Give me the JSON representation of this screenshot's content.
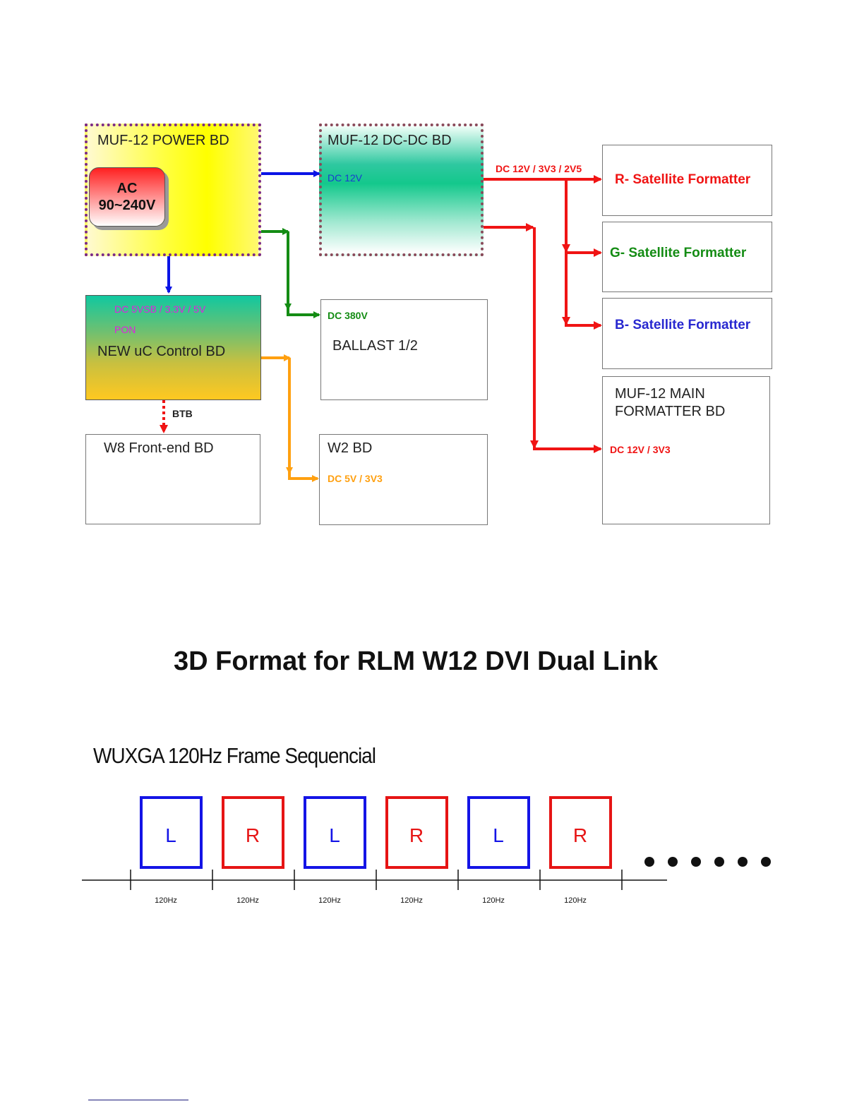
{
  "diagram": {
    "power_bd": {
      "title": "MUF-12 POWER BD",
      "ac_line1": "AC",
      "ac_line2": "90~240V"
    },
    "dcdc_bd": {
      "title": "MUF-12 DC-DC BD",
      "input": "DC 12V"
    },
    "uc_bd": {
      "line1": "DC 5VSB / 3.3V / 5V",
      "line2": "PON",
      "title": "NEW uC Control BD"
    },
    "ballast": {
      "input": "DC 380V",
      "title": "BALLAST 1/2"
    },
    "w8": {
      "title": "W8 Front-end BD",
      "link": "BTB"
    },
    "w2": {
      "title": "W2 BD",
      "input": "DC 5V / 3V3"
    },
    "dcdc_output": "DC 12V / 3V3 / 2V5",
    "r_sat": "R- Satellite Formatter",
    "g_sat": "G- Satellite Formatter",
    "b_sat": "B- Satellite Formatter",
    "main_fmt": {
      "line1": "MUF-12 MAIN",
      "line2": "FORMATTER BD",
      "input": "DC 12V / 3V3"
    },
    "colors": {
      "blue": "#0a14e6",
      "green": "#148c14",
      "red": "#f01414",
      "orange": "#ffa010",
      "magenta": "#e020e0",
      "purple": "#7a2a8a"
    }
  },
  "section_title": "3D Format for RLM W12 DVI Dual Link",
  "sequence": {
    "title": "WUXGA 120Hz Frame Sequencial",
    "frames": [
      {
        "label": "L",
        "color": "#1414e6"
      },
      {
        "label": "R",
        "color": "#e61414"
      },
      {
        "label": "L",
        "color": "#1414e6"
      },
      {
        "label": "R",
        "color": "#e61414"
      },
      {
        "label": "L",
        "color": "#1414e6"
      },
      {
        "label": "R",
        "color": "#e61414"
      }
    ],
    "interval_labels": [
      "120Hz",
      "120Hz",
      "120Hz",
      "120Hz",
      "120Hz",
      "120Hz"
    ]
  }
}
